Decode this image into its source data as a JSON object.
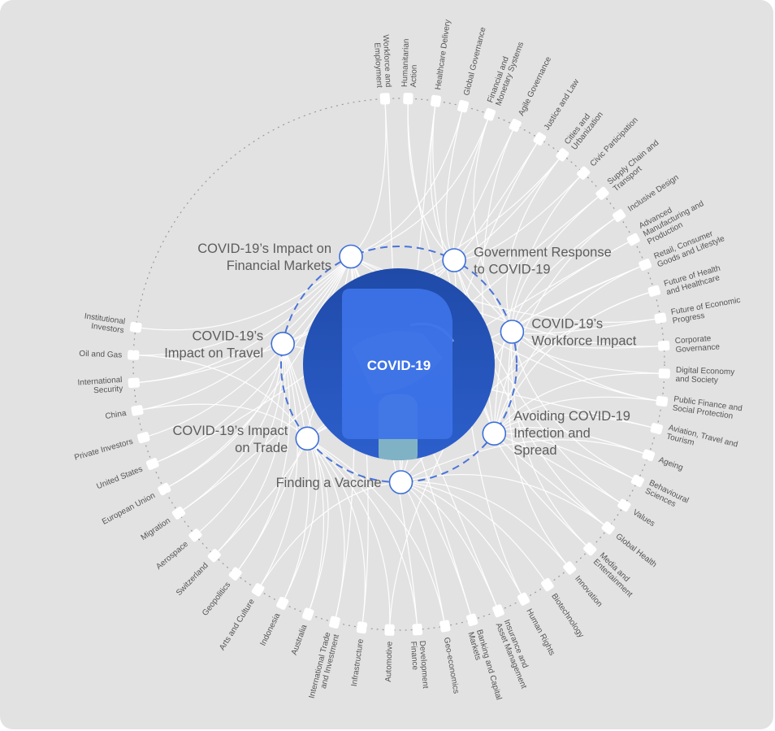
{
  "center": {
    "label": "COVID-19",
    "icon": "face-mask-hand-image",
    "bg_color": "#2f5cc0",
    "card_color": "#3d73e8"
  },
  "colors": {
    "background": "#e2e2e2",
    "links": "#ffffff",
    "inner_ring": "#4a74d9",
    "outer_ring": "#9a9a9a",
    "label_text": "#555555"
  },
  "inner_topics": [
    {
      "id": "fin",
      "label": [
        "COVID-19’s Impact on",
        "Financial Markets"
      ],
      "angle": -114
    },
    {
      "id": "gov",
      "label": [
        "Government Response",
        "to COVID-19"
      ],
      "angle": -62
    },
    {
      "id": "work",
      "label": [
        "COVID-19’s",
        "Workforce Impact"
      ],
      "angle": -16
    },
    {
      "id": "avoid",
      "label": [
        "Avoiding COVID-19",
        "Infection and",
        "Spread"
      ],
      "angle": 36
    },
    {
      "id": "vacc",
      "label": [
        "Finding a Vaccine"
      ],
      "angle": 89
    },
    {
      "id": "trade",
      "label": [
        "COVID-19’s Impact",
        "on Trade"
      ],
      "angle": 141
    },
    {
      "id": "travel",
      "label": [
        "COVID-19’s",
        "Impact on Travel"
      ],
      "angle": -170
    }
  ],
  "outer_topics": [
    {
      "label": [
        "Workforce and",
        "Employment"
      ],
      "angle": -93,
      "links": [
        "fin",
        "vacc"
      ]
    },
    {
      "label": [
        "Humanitarian",
        "Action"
      ],
      "angle": -88,
      "links": [
        "gov",
        "avoid"
      ]
    },
    {
      "label": [
        "Healthcare Delivery"
      ],
      "angle": -82,
      "links": [
        "gov",
        "vacc",
        "avoid"
      ]
    },
    {
      "label": [
        "Global Governance"
      ],
      "angle": -76,
      "links": [
        "gov",
        "fin"
      ]
    },
    {
      "label": [
        "Financial and",
        "Monetary Systems"
      ],
      "angle": -70,
      "links": [
        "fin",
        "gov",
        "work"
      ]
    },
    {
      "label": [
        "Agile Governance"
      ],
      "angle": -64,
      "links": [
        "gov",
        "avoid"
      ]
    },
    {
      "label": [
        "Justice and Law"
      ],
      "angle": -58,
      "links": [
        "gov",
        "vacc"
      ]
    },
    {
      "label": [
        "Cities and",
        "Urbanization"
      ],
      "angle": -52,
      "links": [
        "gov",
        "work",
        "travel"
      ]
    },
    {
      "label": [
        "Civic Participation"
      ],
      "angle": -46,
      "links": [
        "gov",
        "avoid"
      ]
    },
    {
      "label": [
        "Supply Chain and",
        "Transport"
      ],
      "angle": -40,
      "links": [
        "trade",
        "work"
      ]
    },
    {
      "label": [
        "Inclusive Design"
      ],
      "angle": -34,
      "links": [
        "work",
        "avoid"
      ]
    },
    {
      "label": [
        "Advanced",
        "Manufacturing and",
        "Production"
      ],
      "angle": -28,
      "links": [
        "trade",
        "work"
      ]
    },
    {
      "label": [
        "Retail, Consumer",
        "Goods and Lifestyle"
      ],
      "angle": -22,
      "links": [
        "work",
        "trade",
        "avoid"
      ]
    },
    {
      "label": [
        "Future of Health",
        "and Healthcare"
      ],
      "angle": -16,
      "links": [
        "vacc",
        "avoid"
      ]
    },
    {
      "label": [
        "Future of Economic",
        "Progress"
      ],
      "angle": -10,
      "links": [
        "fin",
        "work"
      ]
    },
    {
      "label": [
        "Corporate",
        "Governance"
      ],
      "angle": -4,
      "links": [
        "work",
        "fin"
      ]
    },
    {
      "label": [
        "Digital Economy",
        "and Society"
      ],
      "angle": 2,
      "links": [
        "work",
        "avoid"
      ]
    },
    {
      "label": [
        "Public Finance and",
        "Social Protection"
      ],
      "angle": 8,
      "links": [
        "gov",
        "fin",
        "avoid"
      ]
    },
    {
      "label": [
        "Aviation, Travel and",
        "Tourism"
      ],
      "angle": 14,
      "links": [
        "travel",
        "avoid"
      ]
    },
    {
      "label": [
        "Ageing"
      ],
      "angle": 20,
      "links": [
        "avoid",
        "vacc"
      ]
    },
    {
      "label": [
        "Behavioural",
        "Sciences"
      ],
      "angle": 26,
      "links": [
        "avoid",
        "work"
      ]
    },
    {
      "label": [
        "Values"
      ],
      "angle": 32,
      "links": [
        "avoid",
        "gov"
      ]
    },
    {
      "label": [
        "Global Health"
      ],
      "angle": 38,
      "links": [
        "vacc",
        "avoid",
        "gov"
      ]
    },
    {
      "label": [
        "Media and",
        "Entertainment"
      ],
      "angle": 44,
      "links": [
        "avoid",
        "work"
      ]
    },
    {
      "label": [
        "Innovation"
      ],
      "angle": 50,
      "links": [
        "vacc",
        "work"
      ]
    },
    {
      "label": [
        "Biotechnology"
      ],
      "angle": 56,
      "links": [
        "vacc"
      ]
    },
    {
      "label": [
        "Human Rights"
      ],
      "angle": 62,
      "links": [
        "vacc",
        "gov"
      ]
    },
    {
      "label": [
        "Insurance and",
        "Asset Management"
      ],
      "angle": 68,
      "links": [
        "fin",
        "vacc"
      ]
    },
    {
      "label": [
        "Banking and Capital",
        "Markets"
      ],
      "angle": 74,
      "links": [
        "fin",
        "vacc"
      ]
    },
    {
      "label": [
        "Geo-economics"
      ],
      "angle": 80,
      "links": [
        "trade",
        "vacc"
      ]
    },
    {
      "label": [
        "Development",
        "Finance"
      ],
      "angle": 86,
      "links": [
        "trade",
        "fin"
      ]
    },
    {
      "label": [
        "Automotive"
      ],
      "angle": 92,
      "links": [
        "trade",
        "work"
      ]
    },
    {
      "label": [
        "Infrastructure"
      ],
      "angle": 98,
      "links": [
        "trade",
        "fin"
      ]
    },
    {
      "label": [
        "International Trade",
        "and Investment"
      ],
      "angle": 104,
      "links": [
        "trade",
        "fin"
      ]
    },
    {
      "label": [
        "Australia"
      ],
      "angle": 110,
      "links": [
        "trade",
        "travel"
      ]
    },
    {
      "label": [
        "Indonesia"
      ],
      "angle": 116,
      "links": [
        "trade",
        "travel"
      ]
    },
    {
      "label": [
        "Arts and Culture"
      ],
      "angle": 122,
      "links": [
        "travel",
        "vacc"
      ]
    },
    {
      "label": [
        "Geopolitics"
      ],
      "angle": 128,
      "links": [
        "travel",
        "fin"
      ]
    },
    {
      "label": [
        "Switzerland"
      ],
      "angle": 134,
      "links": [
        "travel",
        "trade"
      ]
    },
    {
      "label": [
        "Aerospace"
      ],
      "angle": 140,
      "links": [
        "travel"
      ]
    },
    {
      "label": [
        "Migration"
      ],
      "angle": 146,
      "links": [
        "travel",
        "gov"
      ]
    },
    {
      "label": [
        "European Union"
      ],
      "angle": 152,
      "links": [
        "fin",
        "travel"
      ]
    },
    {
      "label": [
        "United States"
      ],
      "angle": 158,
      "links": [
        "fin",
        "gov"
      ]
    },
    {
      "label": [
        "Private Investors"
      ],
      "angle": 164,
      "links": [
        "fin"
      ]
    },
    {
      "label": [
        "China"
      ],
      "angle": 170,
      "links": [
        "fin",
        "trade"
      ]
    },
    {
      "label": [
        "International",
        "Security"
      ],
      "angle": 176,
      "links": [
        "fin",
        "gov"
      ]
    },
    {
      "label": [
        "Oil and Gas"
      ],
      "angle": 182,
      "links": [
        "fin",
        "trade"
      ]
    },
    {
      "label": [
        "Institutional",
        "Investors"
      ],
      "angle": 188,
      "links": [
        "fin"
      ]
    }
  ]
}
